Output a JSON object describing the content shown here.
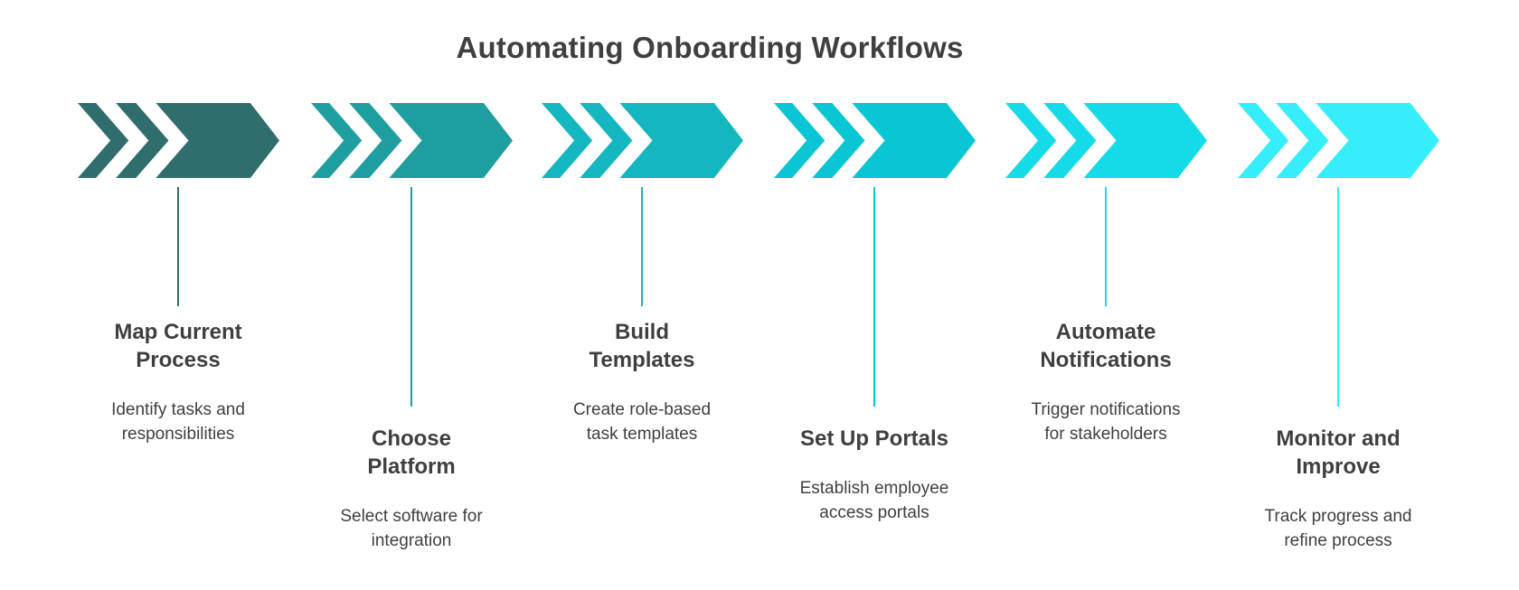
{
  "page": {
    "background": "#ffffff",
    "text_color": "#3f3f3f"
  },
  "title": "Automating Onboarding Workflows",
  "steps": [
    {
      "title": "Map Current\nProcess",
      "description": "Identify tasks and\nresponsibilities",
      "color": "#2F6E6D"
    },
    {
      "title": "Choose\nPlatform",
      "description": "Select software for\nintegration",
      "color": "#1F9EA0"
    },
    {
      "title": "Build\nTemplates",
      "description": "Create role-based\ntask templates",
      "color": "#14B6BF"
    },
    {
      "title": "Set Up Portals",
      "description": "Establish employee\naccess portals",
      "color": "#0AC5D3"
    },
    {
      "title": "Automate\nNotifications",
      "description": "Trigger notifications\nfor stakeholders",
      "color": "#15DAE8"
    },
    {
      "title": "Monitor and\nImprove",
      "description": "Track progress and\nrefine process",
      "color": "#36EEF9"
    }
  ]
}
